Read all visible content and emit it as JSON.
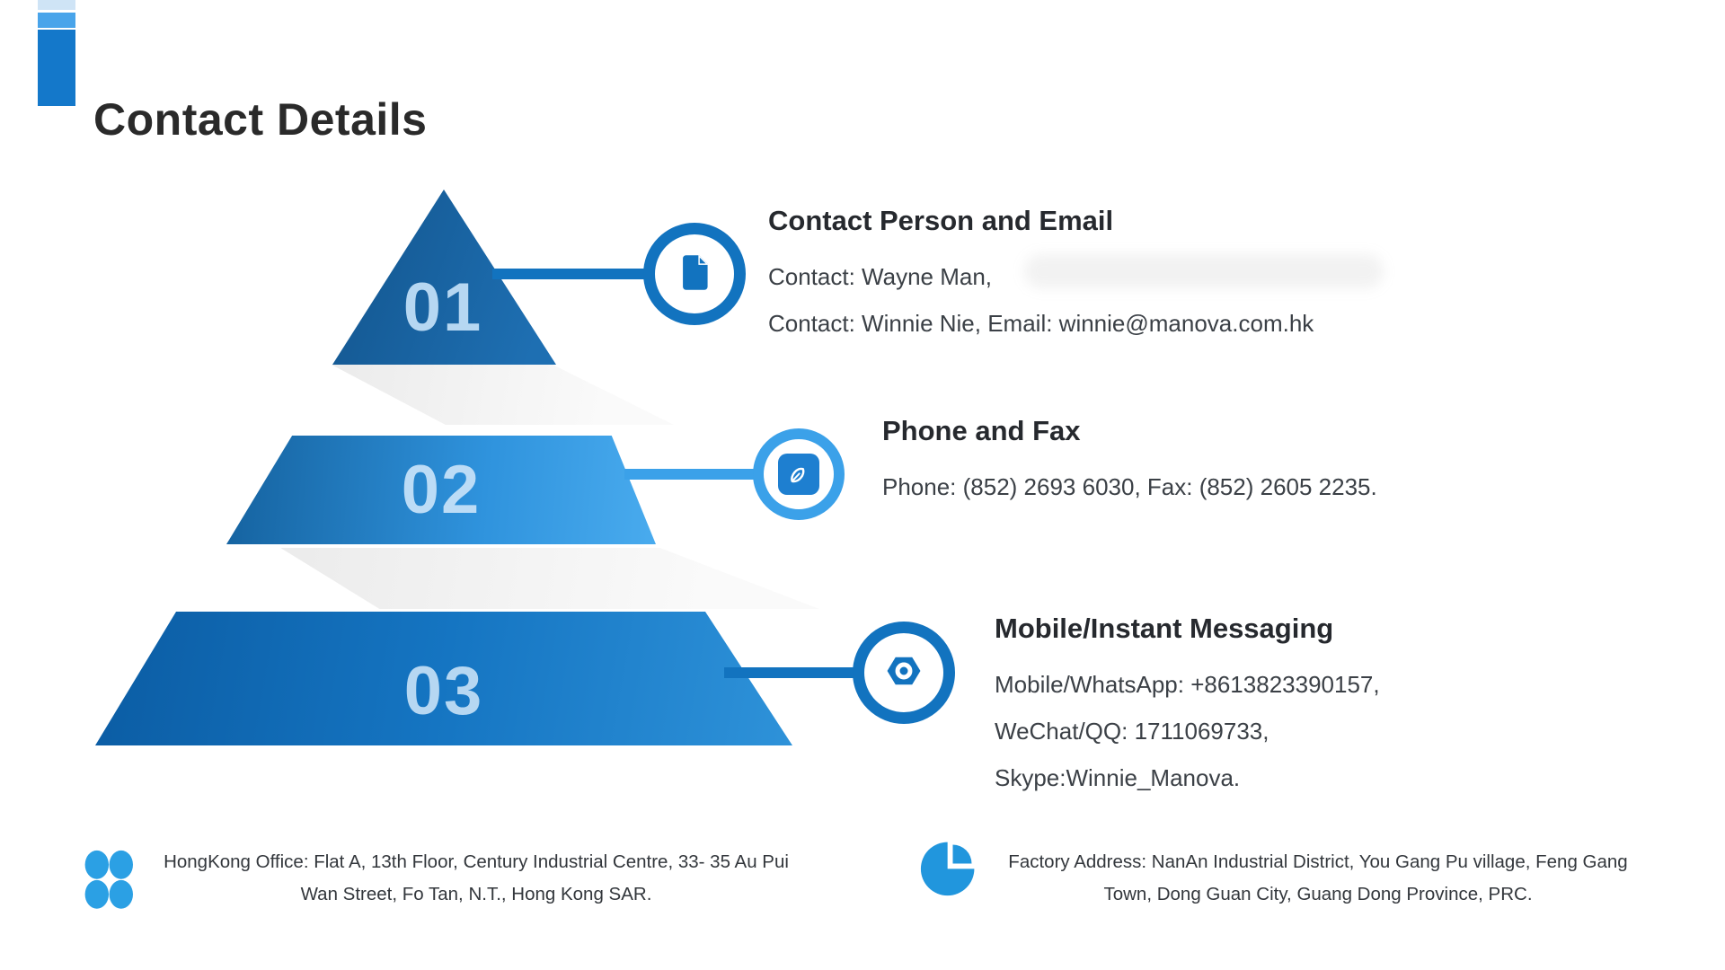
{
  "page": {
    "title": "Contact Details"
  },
  "pyramid": {
    "tiers": [
      {
        "number": "01",
        "label_color": "#b6d7f2"
      },
      {
        "number": "02",
        "label_color": "#bcdcf6"
      },
      {
        "number": "03",
        "label_color": "#b6d7f2"
      }
    ]
  },
  "sections": [
    {
      "icon": "document-icon",
      "heading": "Contact Person and Email",
      "lines": [
        "Contact: Wayne Man,",
        "Contact: Winnie Nie, Email: winnie@manova.com.hk"
      ]
    },
    {
      "icon": "pen-icon",
      "heading": "Phone and Fax",
      "lines": [
        "Phone: (852) 2693 6030, Fax: (852) 2605 2235."
      ]
    },
    {
      "icon": "nut-icon",
      "heading": "Mobile/Instant Messaging",
      "lines": [
        "Mobile/WhatsApp: +8613823390157,",
        "WeChat/QQ: 1711069733,",
        "Skype:Winnie_Manova."
      ]
    }
  ],
  "footer": {
    "office": {
      "icon": "clover-icon",
      "line1": "HongKong Office: Flat A, 13th Floor, Century Industrial Centre, 33- 35 Au Pui",
      "line2": "Wan Street, Fo Tan, N.T., Hong Kong SAR."
    },
    "factory": {
      "icon": "pie-chart-icon",
      "line1": "Factory Address: NanAn Industrial District, You Gang Pu village, Feng Gang",
      "line2": "Town, Dong Guan City, Guang Dong Province, PRC."
    }
  },
  "colors": {
    "primary_blue": "#1273bf",
    "sky_blue": "#3ba1e9",
    "accent_bar": [
      "#cfe4f6",
      "#49a4ea",
      "#1478ca"
    ],
    "tier_number_text": "#b6d7f2",
    "heading_text": "#26292e",
    "body_text": "#3b4046"
  }
}
